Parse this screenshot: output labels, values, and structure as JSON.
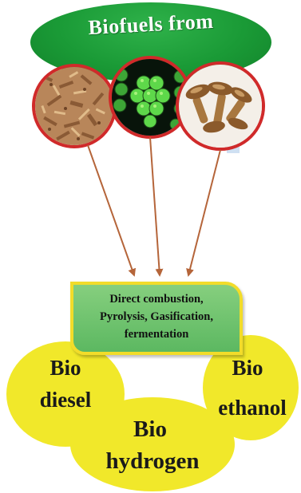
{
  "title": "Biofuels from",
  "process": {
    "line1": "Direct combustion,",
    "line2": "Pyrolysis, Gasification,",
    "line3": "fermentation"
  },
  "products": {
    "diesel": {
      "line1": "Bio",
      "line2": "diesel"
    },
    "ethanol": {
      "line1": "Bio",
      "line2": "ethanol"
    },
    "hydrogen": {
      "line1": "Bio",
      "line2": "hydrogen"
    }
  },
  "colors": {
    "banner": "#1a9a36",
    "arrow": "#b5653a",
    "circle_border": "#d02a2a",
    "process_fill": "#6cc26a",
    "process_border": "#f2dc2a",
    "product_fill": "#f1e82a"
  }
}
